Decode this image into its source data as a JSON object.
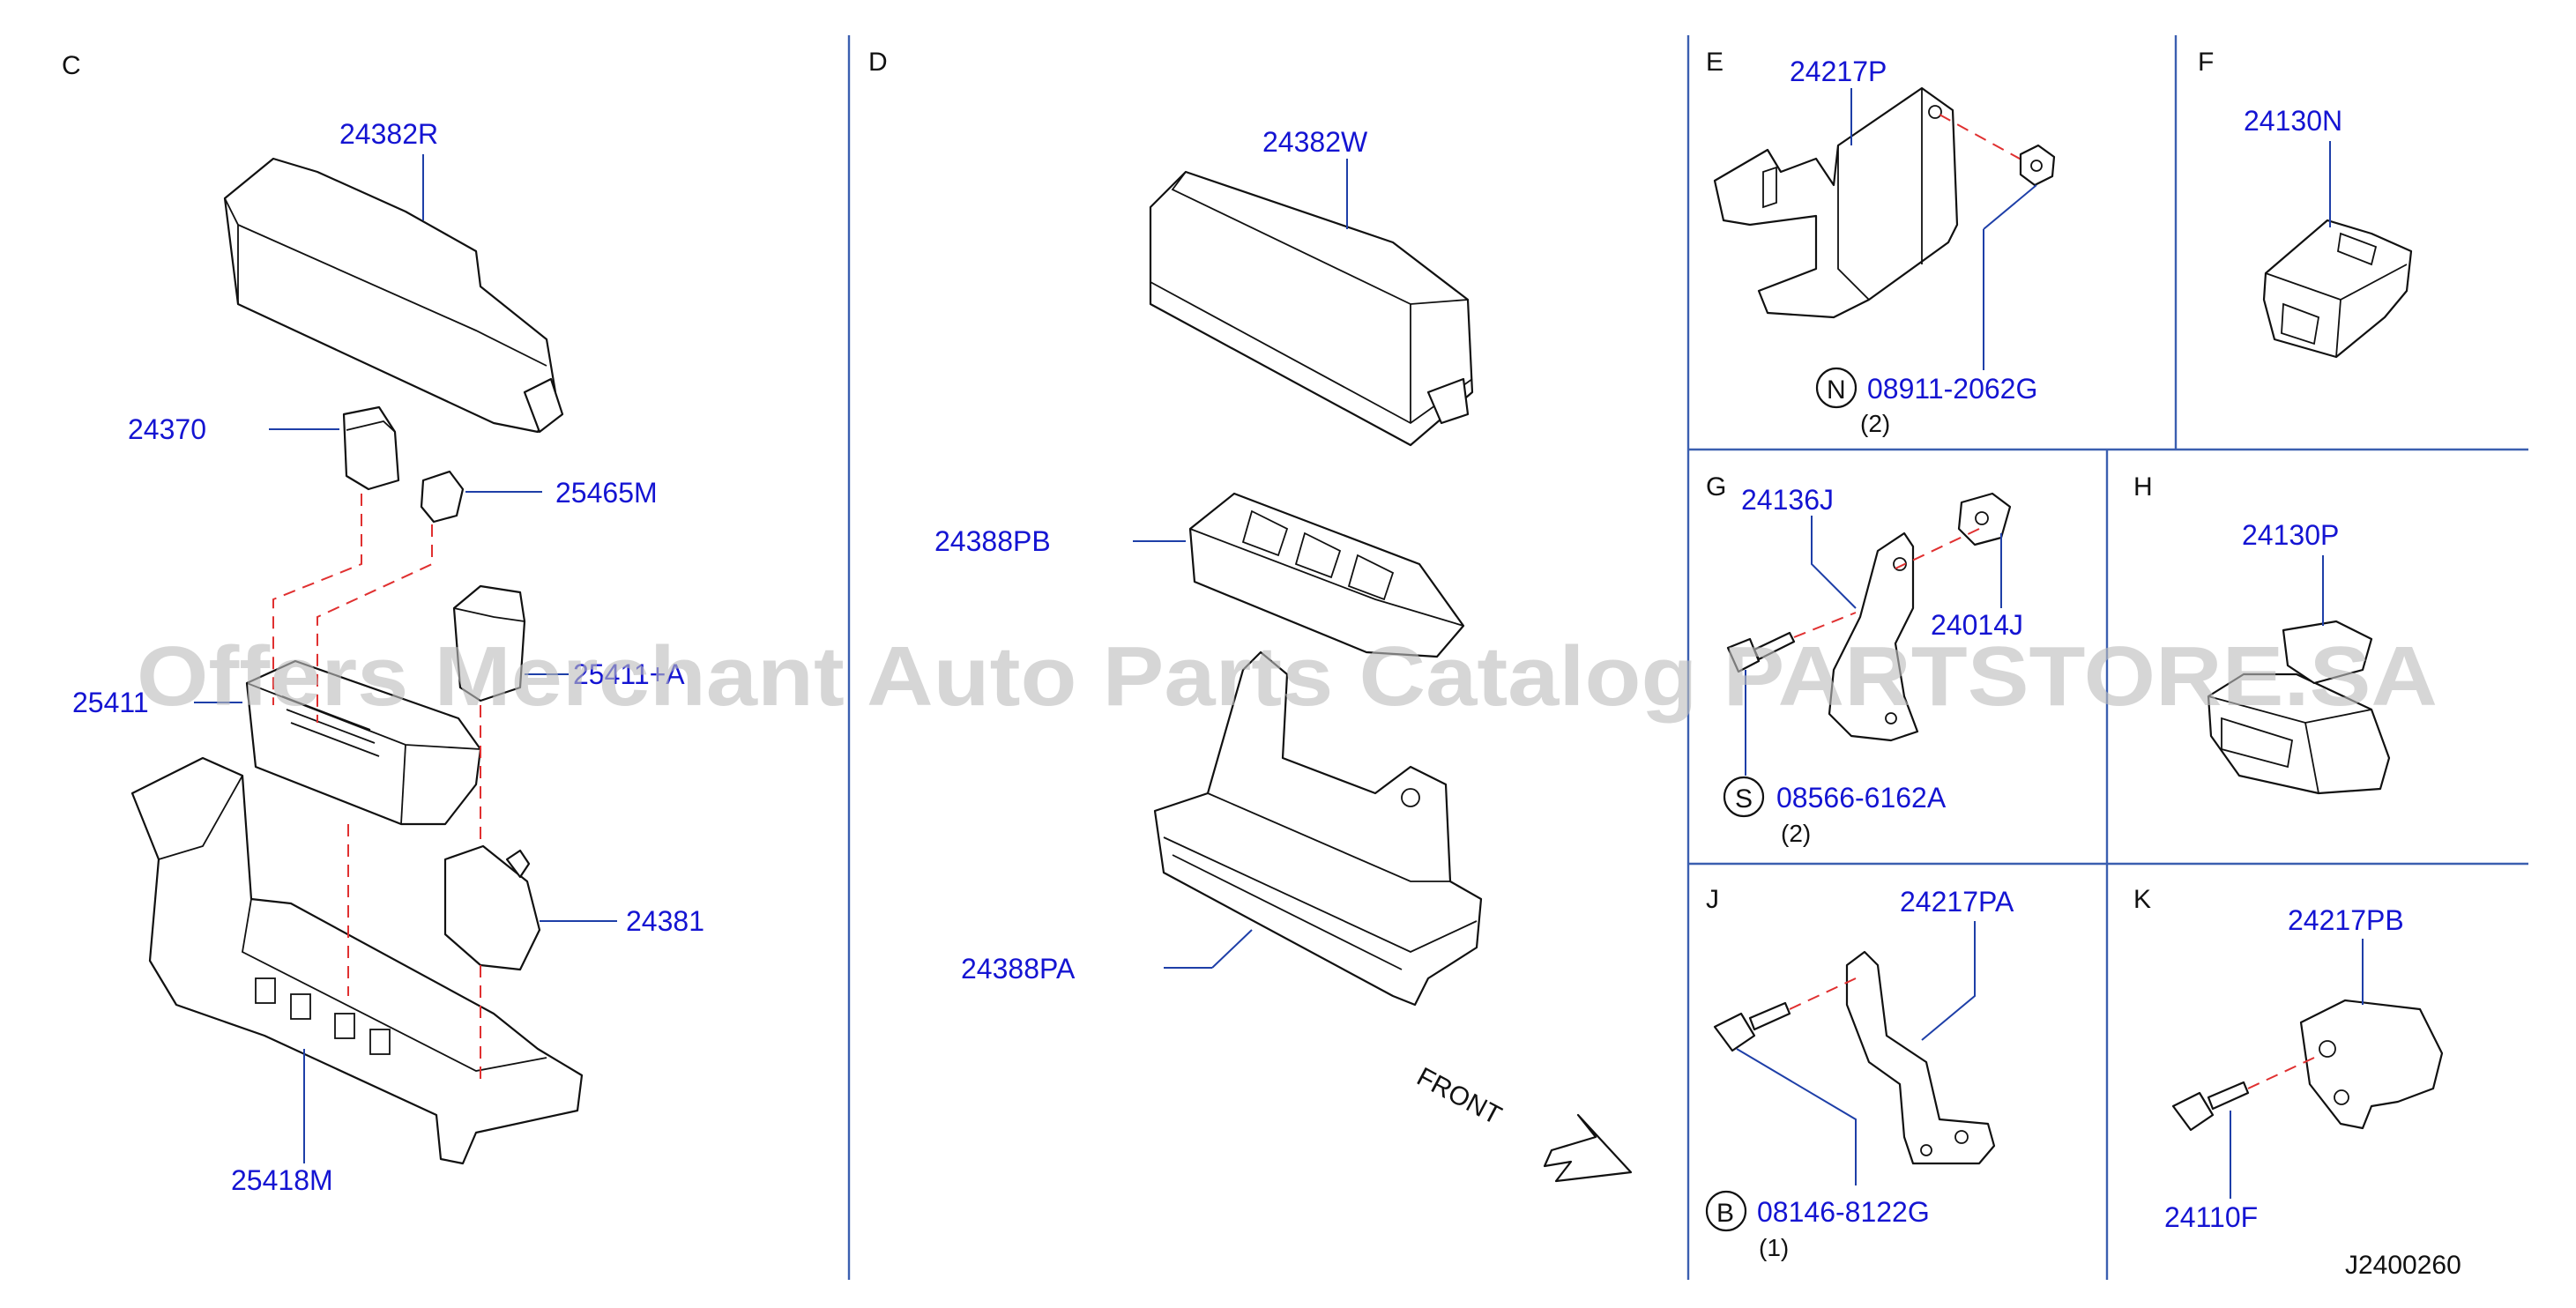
{
  "sections": {
    "C": "C",
    "D": "D",
    "E": "E",
    "F": "F",
    "G": "G",
    "H": "H",
    "J": "J",
    "K": "K"
  },
  "parts": {
    "p24382R": "24382R",
    "p24370": "24370",
    "p25465M": "25465M",
    "p25411": "25411",
    "p25411A": "25411+A",
    "p24381": "24381",
    "p25418M": "25418M",
    "p24382W": "24382W",
    "p24388PB": "24388PB",
    "p24388PA": "24388PA",
    "p24217P": "24217P",
    "p08911": "08911-2062G",
    "p24130N": "24130N",
    "p24136J": "24136J",
    "p24014J": "24014J",
    "p08566": "08566-6162A",
    "p24130P": "24130P",
    "p24217PA": "24217PA",
    "p08146": "08146-8122G",
    "p24217PB": "24217PB",
    "p24110F": "24110F"
  },
  "symbols": {
    "N": "N",
    "S": "S",
    "B": "B"
  },
  "quantities": {
    "n": "(2)",
    "s": "(2)",
    "b": "(1)"
  },
  "front_label": "FRONT",
  "reference": "J2400260",
  "watermark": "Offers Merchant Auto Parts Catalog PARTSTORE.SA",
  "colors": {
    "label": "#1414d2",
    "leader": "#1e3fa8",
    "dashed": "#e03030",
    "grid": "#3b5fb0"
  }
}
